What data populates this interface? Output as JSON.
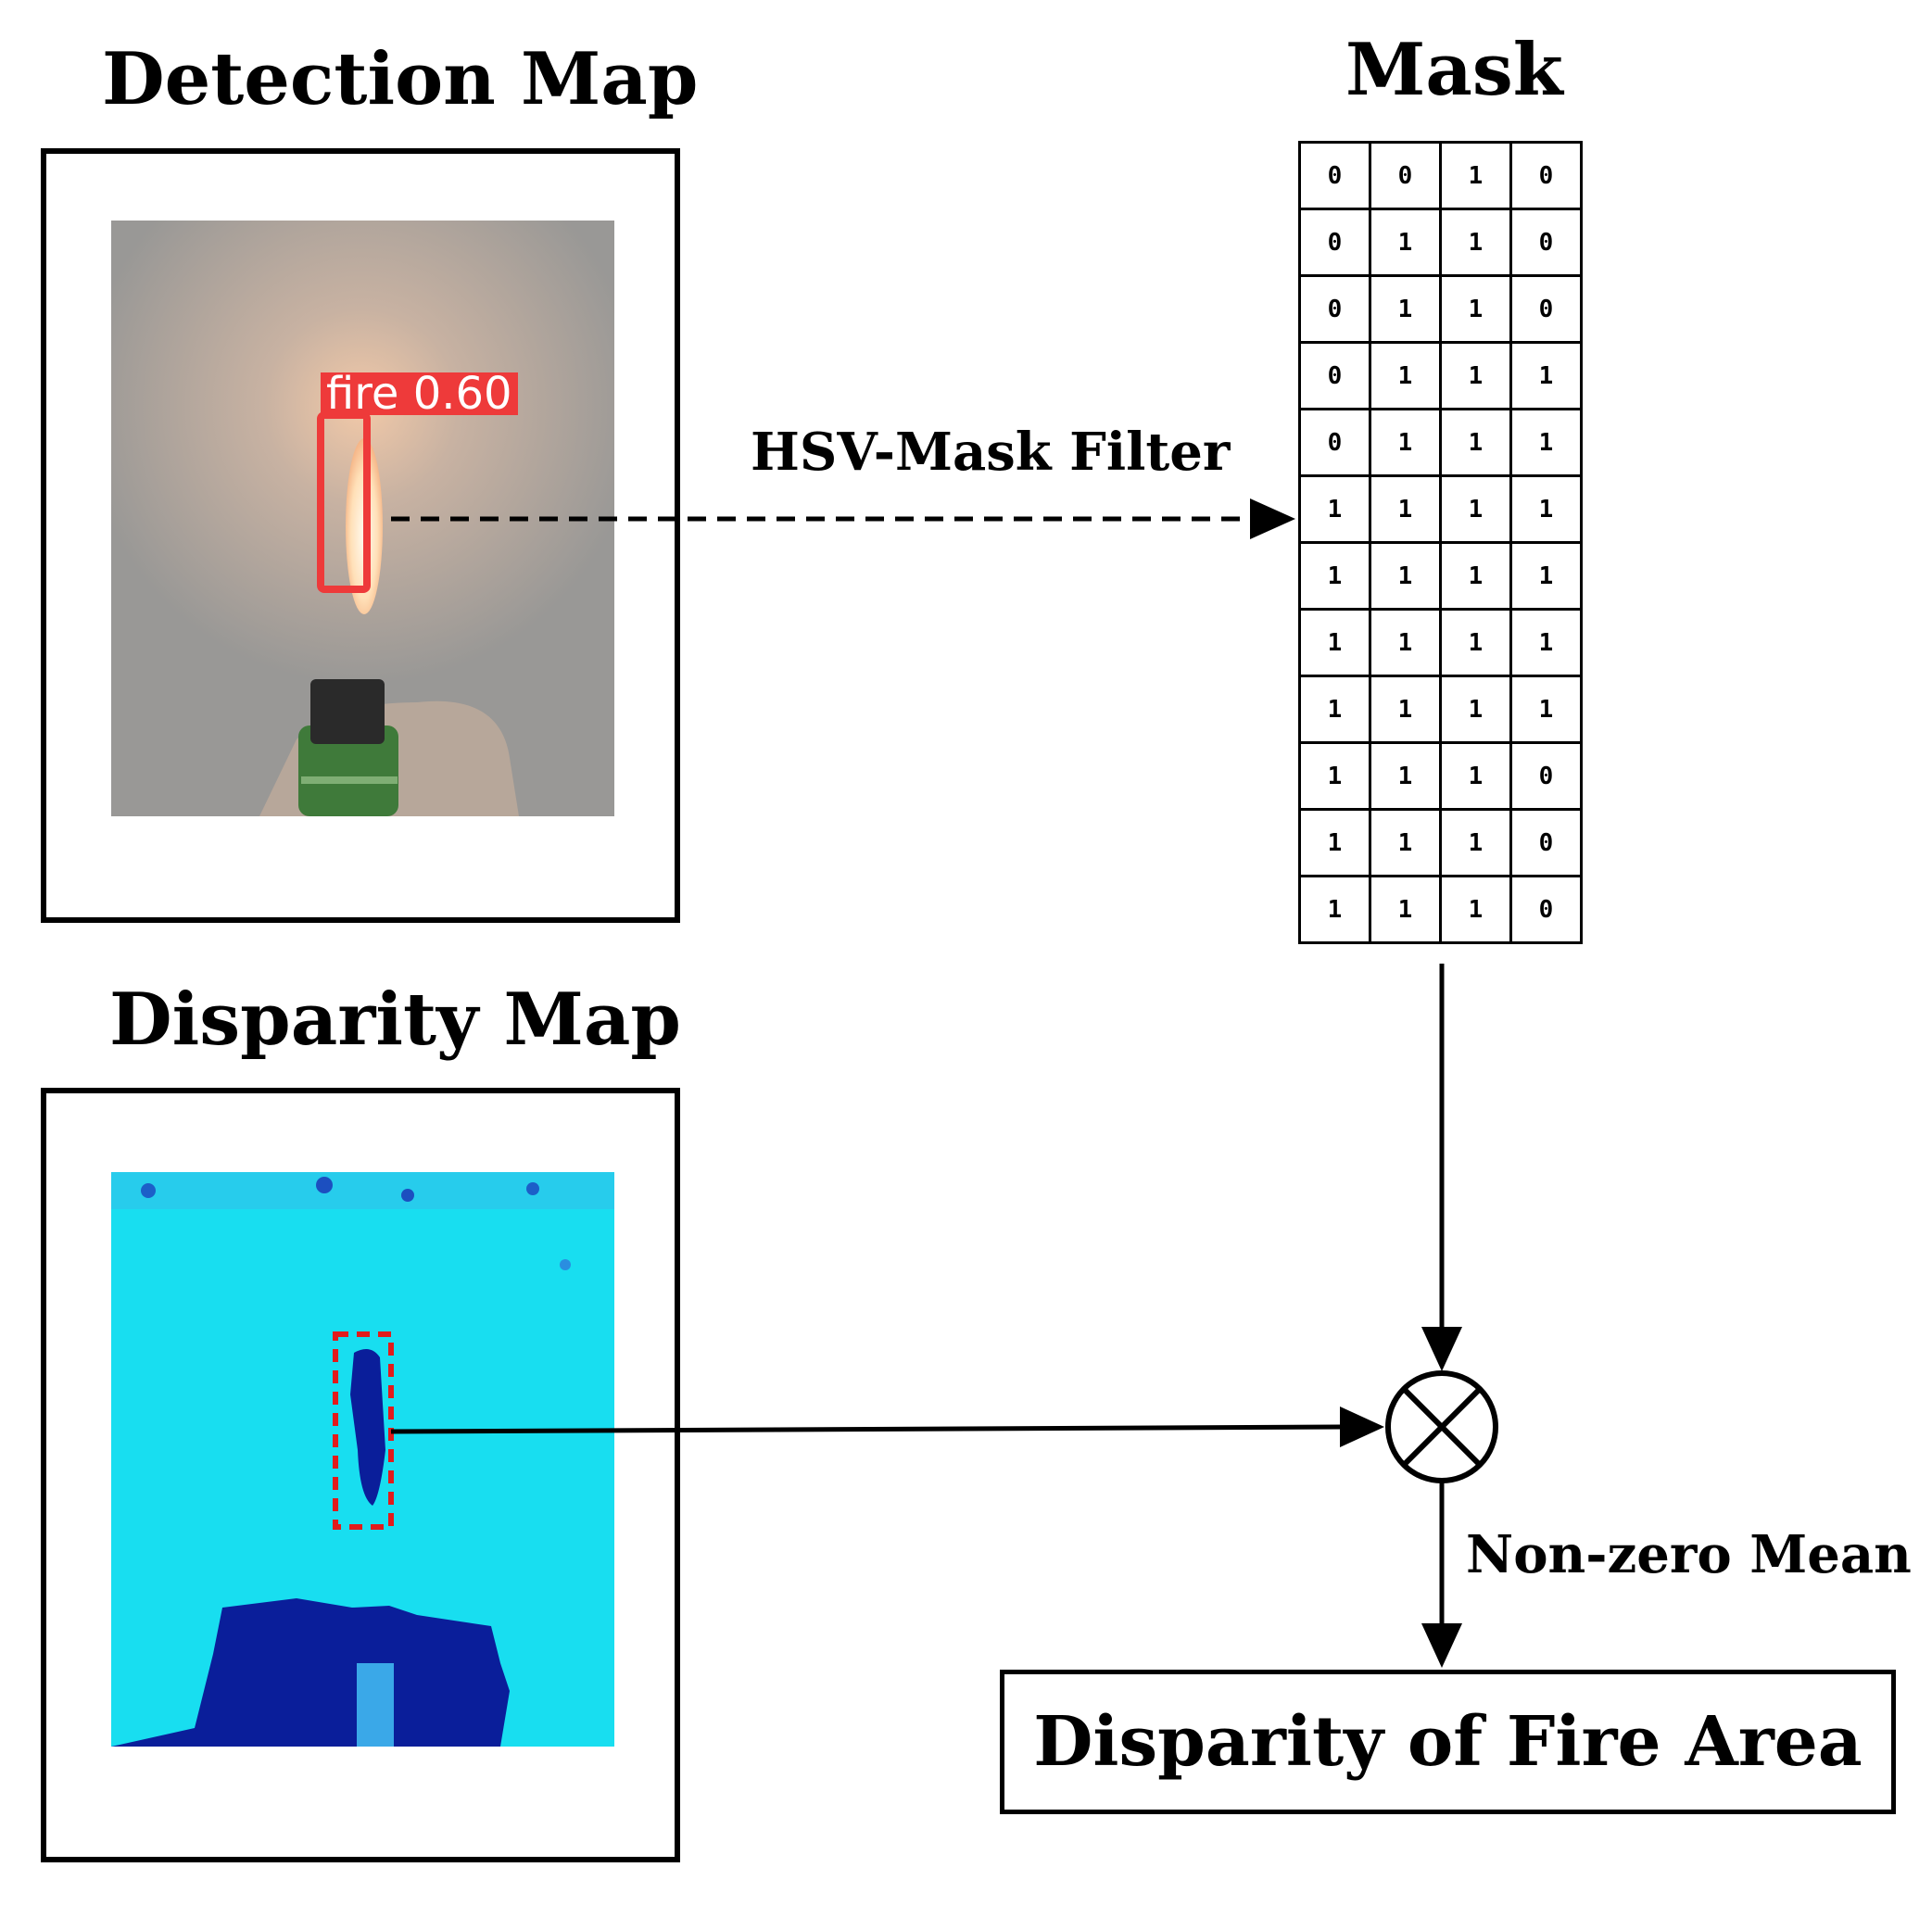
{
  "detection_map": {
    "title": "Detection Map",
    "box_label": "fire 0.60"
  },
  "disparity_map": {
    "title": "Disparity Map"
  },
  "mask": {
    "title": "Mask",
    "grid": [
      [
        "0",
        "0",
        "1",
        "0"
      ],
      [
        "0",
        "1",
        "1",
        "0"
      ],
      [
        "0",
        "1",
        "1",
        "0"
      ],
      [
        "0",
        "1",
        "1",
        "1"
      ],
      [
        "0",
        "1",
        "1",
        "1"
      ],
      [
        "1",
        "1",
        "1",
        "1"
      ],
      [
        "1",
        "1",
        "1",
        "1"
      ],
      [
        "1",
        "1",
        "1",
        "1"
      ],
      [
        "1",
        "1",
        "1",
        "1"
      ],
      [
        "1",
        "1",
        "1",
        "0"
      ],
      [
        "1",
        "1",
        "1",
        "0"
      ],
      [
        "1",
        "1",
        "1",
        "0"
      ]
    ]
  },
  "edges": {
    "hsv_filter": "HSV-Mask Filter",
    "non_zero_mean": "Non-zero Mean"
  },
  "result": {
    "label": "Disparity of Fire Area"
  },
  "colors": {
    "detection_background": "#999896",
    "flame": "#ffe6c8",
    "fire_box": "#ee3a3a",
    "disparity_light": "#18def0",
    "disparity_dark": "#0a1e9a"
  }
}
